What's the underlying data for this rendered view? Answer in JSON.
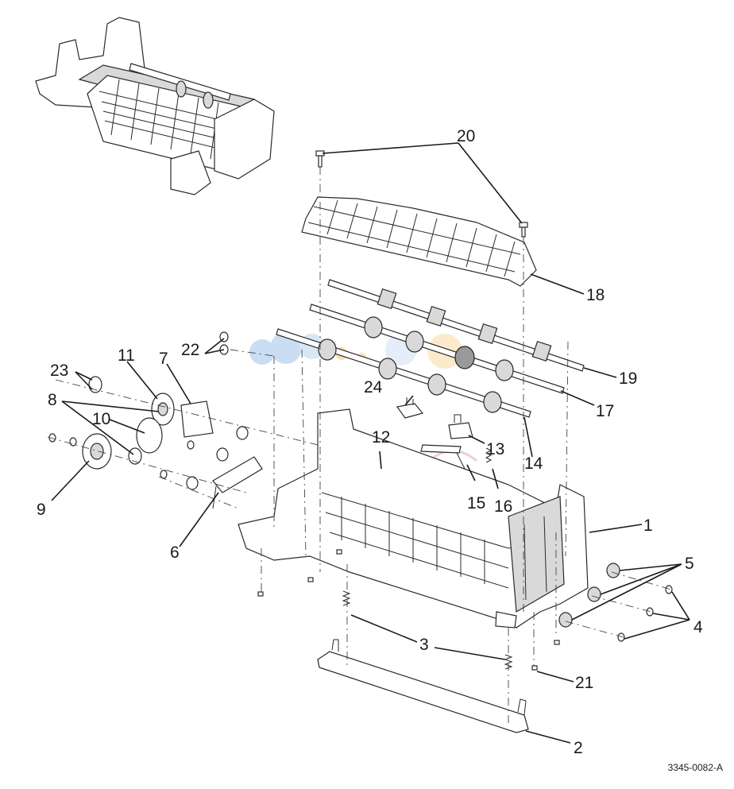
{
  "diagram": {
    "callouts": [
      {
        "id": "c1",
        "text": "1"
      },
      {
        "id": "c2",
        "text": "2"
      },
      {
        "id": "c3",
        "text": "3"
      },
      {
        "id": "c4",
        "text": "4"
      },
      {
        "id": "c5",
        "text": "5"
      },
      {
        "id": "c6",
        "text": "6"
      },
      {
        "id": "c7",
        "text": "7"
      },
      {
        "id": "c8",
        "text": "8"
      },
      {
        "id": "c9",
        "text": "9"
      },
      {
        "id": "c10",
        "text": "10"
      },
      {
        "id": "c11",
        "text": "11"
      },
      {
        "id": "c12",
        "text": "12"
      },
      {
        "id": "c13",
        "text": "13"
      },
      {
        "id": "c14",
        "text": "14"
      },
      {
        "id": "c15",
        "text": "15"
      },
      {
        "id": "c16",
        "text": "16"
      },
      {
        "id": "c17",
        "text": "17"
      },
      {
        "id": "c18",
        "text": "18"
      },
      {
        "id": "c19",
        "text": "19"
      },
      {
        "id": "c20",
        "text": "20"
      },
      {
        "id": "c21",
        "text": "21"
      },
      {
        "id": "c22",
        "text": "22"
      },
      {
        "id": "c23",
        "text": "23"
      },
      {
        "id": "c24",
        "text": "24"
      }
    ],
    "document_id": "3345-0082-A",
    "colors": {
      "line": "#2a2a2a",
      "watermark_blue": "#9ec3ea",
      "watermark_orange": "#f5c97a",
      "watermark_red": "#e4a6a6"
    }
  }
}
